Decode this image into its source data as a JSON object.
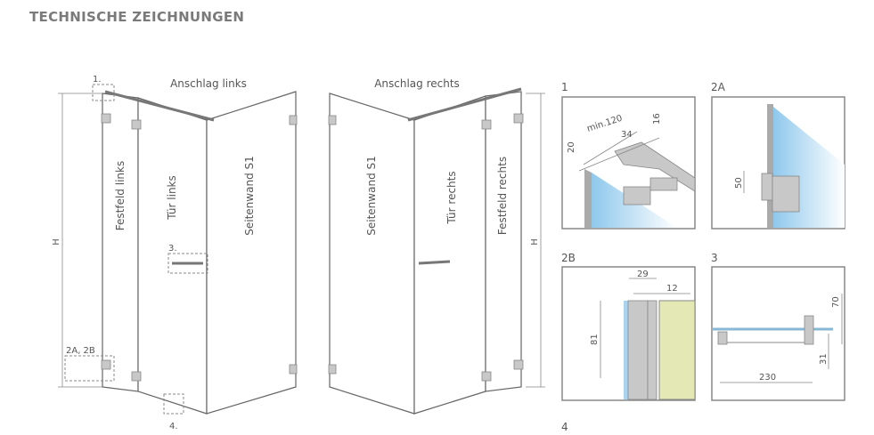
{
  "page_title": "TECHNISCHE ZEICHNUNGEN",
  "left_drawing": {
    "heading": "Anschlag links",
    "panels": [
      "Festfeld links",
      "Tür links",
      "Seitenwand S1"
    ],
    "height_label": "H",
    "callouts": [
      "1.",
      "3.",
      "2A, 2B",
      "4."
    ]
  },
  "right_drawing": {
    "heading": "Anschlag rechts",
    "panels": [
      "Seitenwand S1",
      "Tür rechts",
      "Festfeld rechts"
    ],
    "height_label": "H"
  },
  "details": [
    {
      "label": "1",
      "dimensions": [
        "min.120",
        "34",
        "16",
        "20"
      ]
    },
    {
      "label": "2A",
      "dimensions": [
        "50"
      ]
    },
    {
      "label": "2B",
      "dimensions": [
        "29",
        "12",
        "81"
      ]
    },
    {
      "label": "3",
      "dimensions": [
        "70",
        "31",
        "230"
      ]
    },
    {
      "label": "4",
      "dimensions": []
    }
  ],
  "colors": {
    "glass": "#a9d4ee",
    "wall": "#e3e8b4",
    "metal": "#c8c8c8"
  }
}
